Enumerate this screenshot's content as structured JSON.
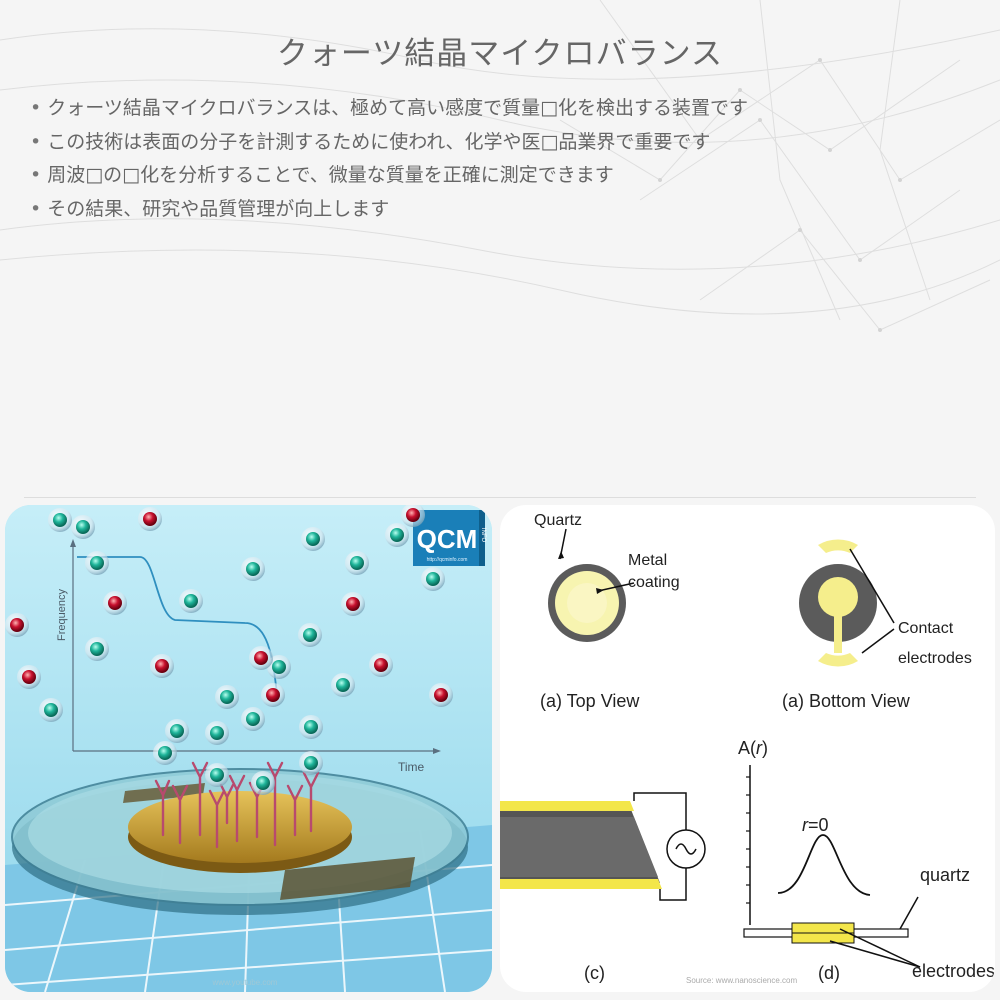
{
  "title": "クォーツ結晶マイクロバランス",
  "bullets": [
    "クォーツ結晶マイクロバランスは、極めて高い感度で質量□化を検出する装置です",
    "この技術は表面の分子を計測するために使われ、化学や医□品業界で重要です",
    "周波□の□化を分析することで、微量な質量を正確に測定できます",
    "その結果、研究や品質管理が向上します"
  ],
  "left_image": {
    "ylabel": "Frequency",
    "xlabel": "Time",
    "logo": "QCM",
    "logo_side": "INFO",
    "logo_url": "http://qcminfo.com",
    "watermark": "www.youtube.com"
  },
  "right_image": {
    "label_quartz": "Quartz",
    "label_metal_1": "Metal",
    "label_metal_2": "coating",
    "caption_top": "(a) Top View",
    "caption_bottom": "(a) Bottom View",
    "label_contact_1": "Contact",
    "label_contact_2": "electrodes",
    "axis_label_a": "A(",
    "axis_label_r": "r",
    "axis_label_close": ")",
    "peak_r": "r",
    "peak_eq": "=0",
    "label_quartz_small": "quartz",
    "label_electrode": "electrodes",
    "caption_c": "(c)",
    "caption_d": "(d)",
    "source": "Source: www.nanoscience.com"
  },
  "colors": {
    "accent_yellow": "#f3e64a",
    "gold": "#c9a23a",
    "sky": "#aee4f2"
  }
}
